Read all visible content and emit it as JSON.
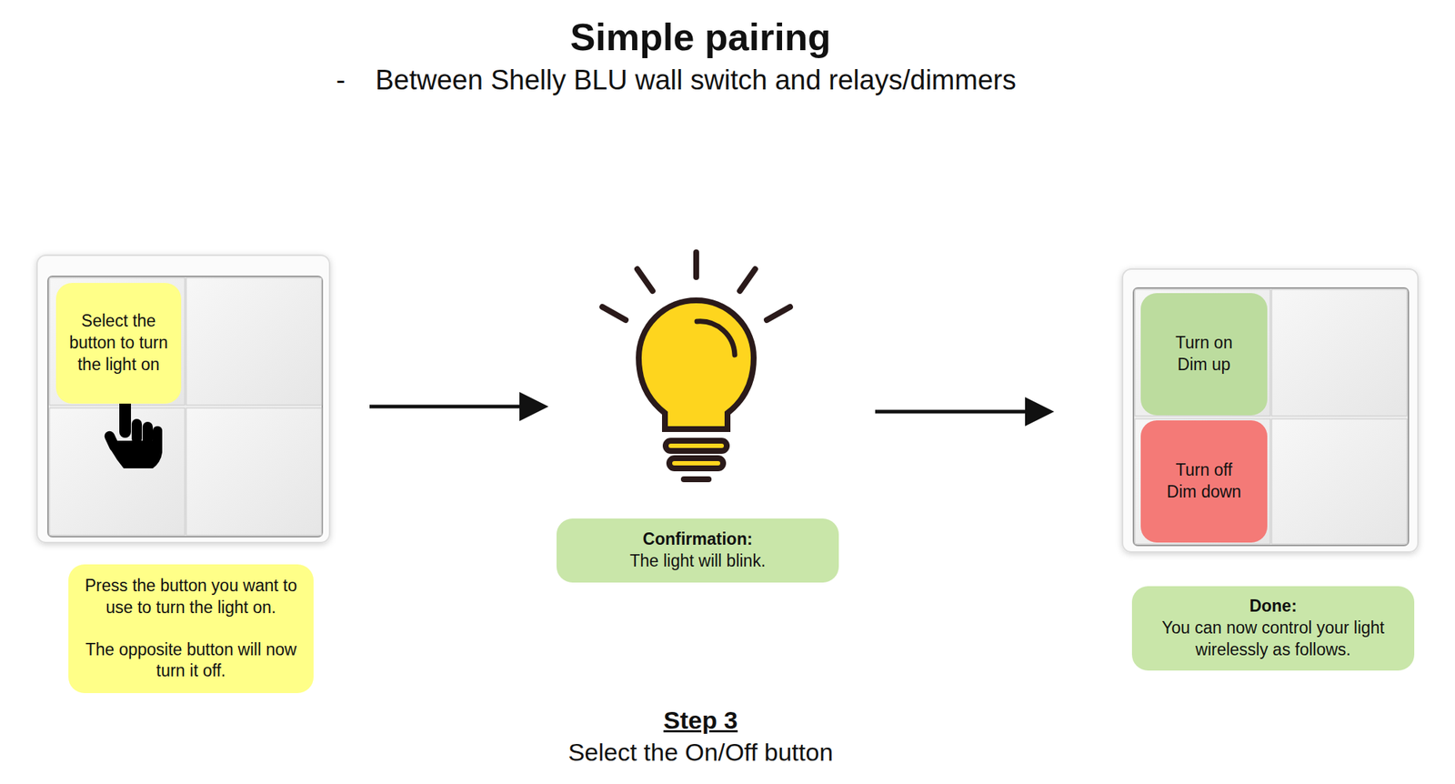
{
  "diagram": {
    "title": "Simple pairing",
    "nodes": [
      {
        "text": [
          "Select the button to turn the light on"
        ]
      },
      {
        "text": [
          "Press the button you want to use to turn the light on.",
          "The opposite button will now turn it off."
        ]
      },
      {
        "text": [
          "Confirmation:",
          "The light will blink."
        ]
      },
      {
        "text": [
          "Turn on Dim up"
        ]
      },
      {
        "text": [
          "Turn off Dim down"
        ]
      },
      {
        "text": [
          "Done:",
          "You can now control your light wirelessly as follows."
        ]
      }
    ],
    "labels": [
      "-",
      "Between Shelly BLU wall switch and relays/dimmers",
      "Step 3",
      "Select the On/Off button"
    ]
  }
}
